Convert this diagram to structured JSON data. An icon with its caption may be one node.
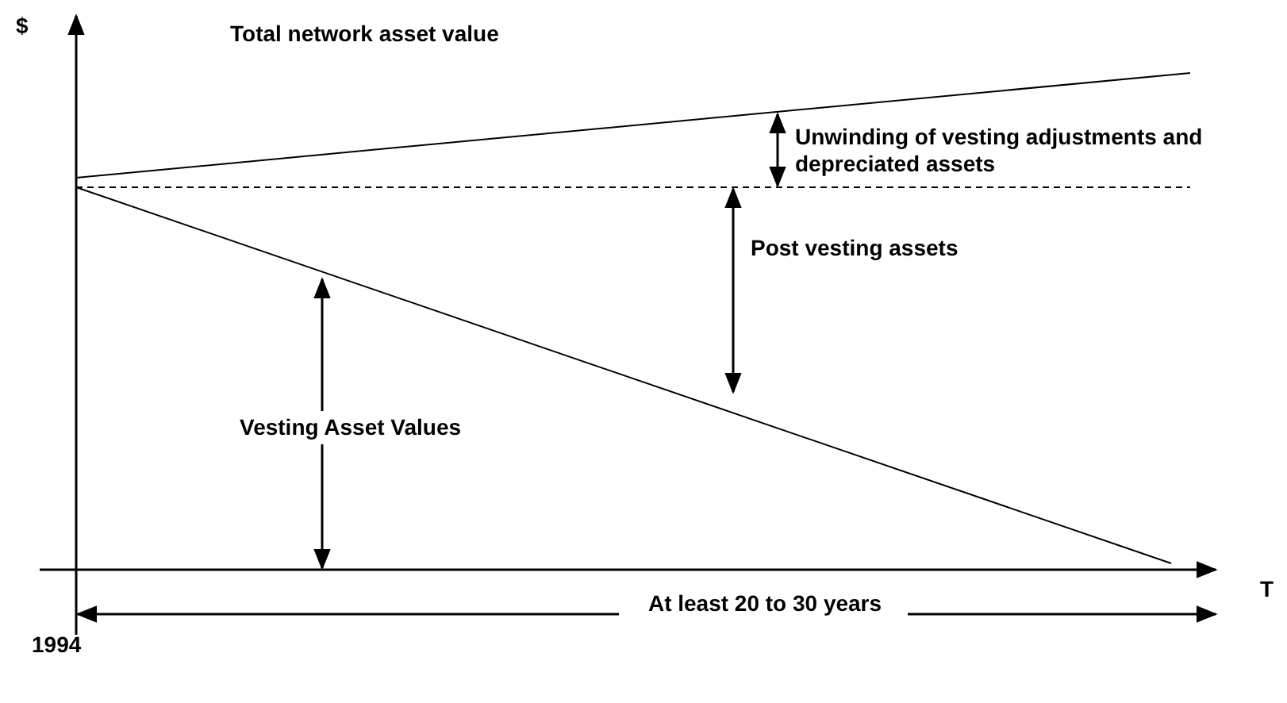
{
  "diagram": {
    "labels": [
      "$",
      "Total network asset value",
      "Unwinding of vesting adjustments and depreciated assets",
      "Post vesting assets",
      "Vesting Asset Values",
      "T",
      "At least 20 to 30 years",
      "1994"
    ]
  }
}
